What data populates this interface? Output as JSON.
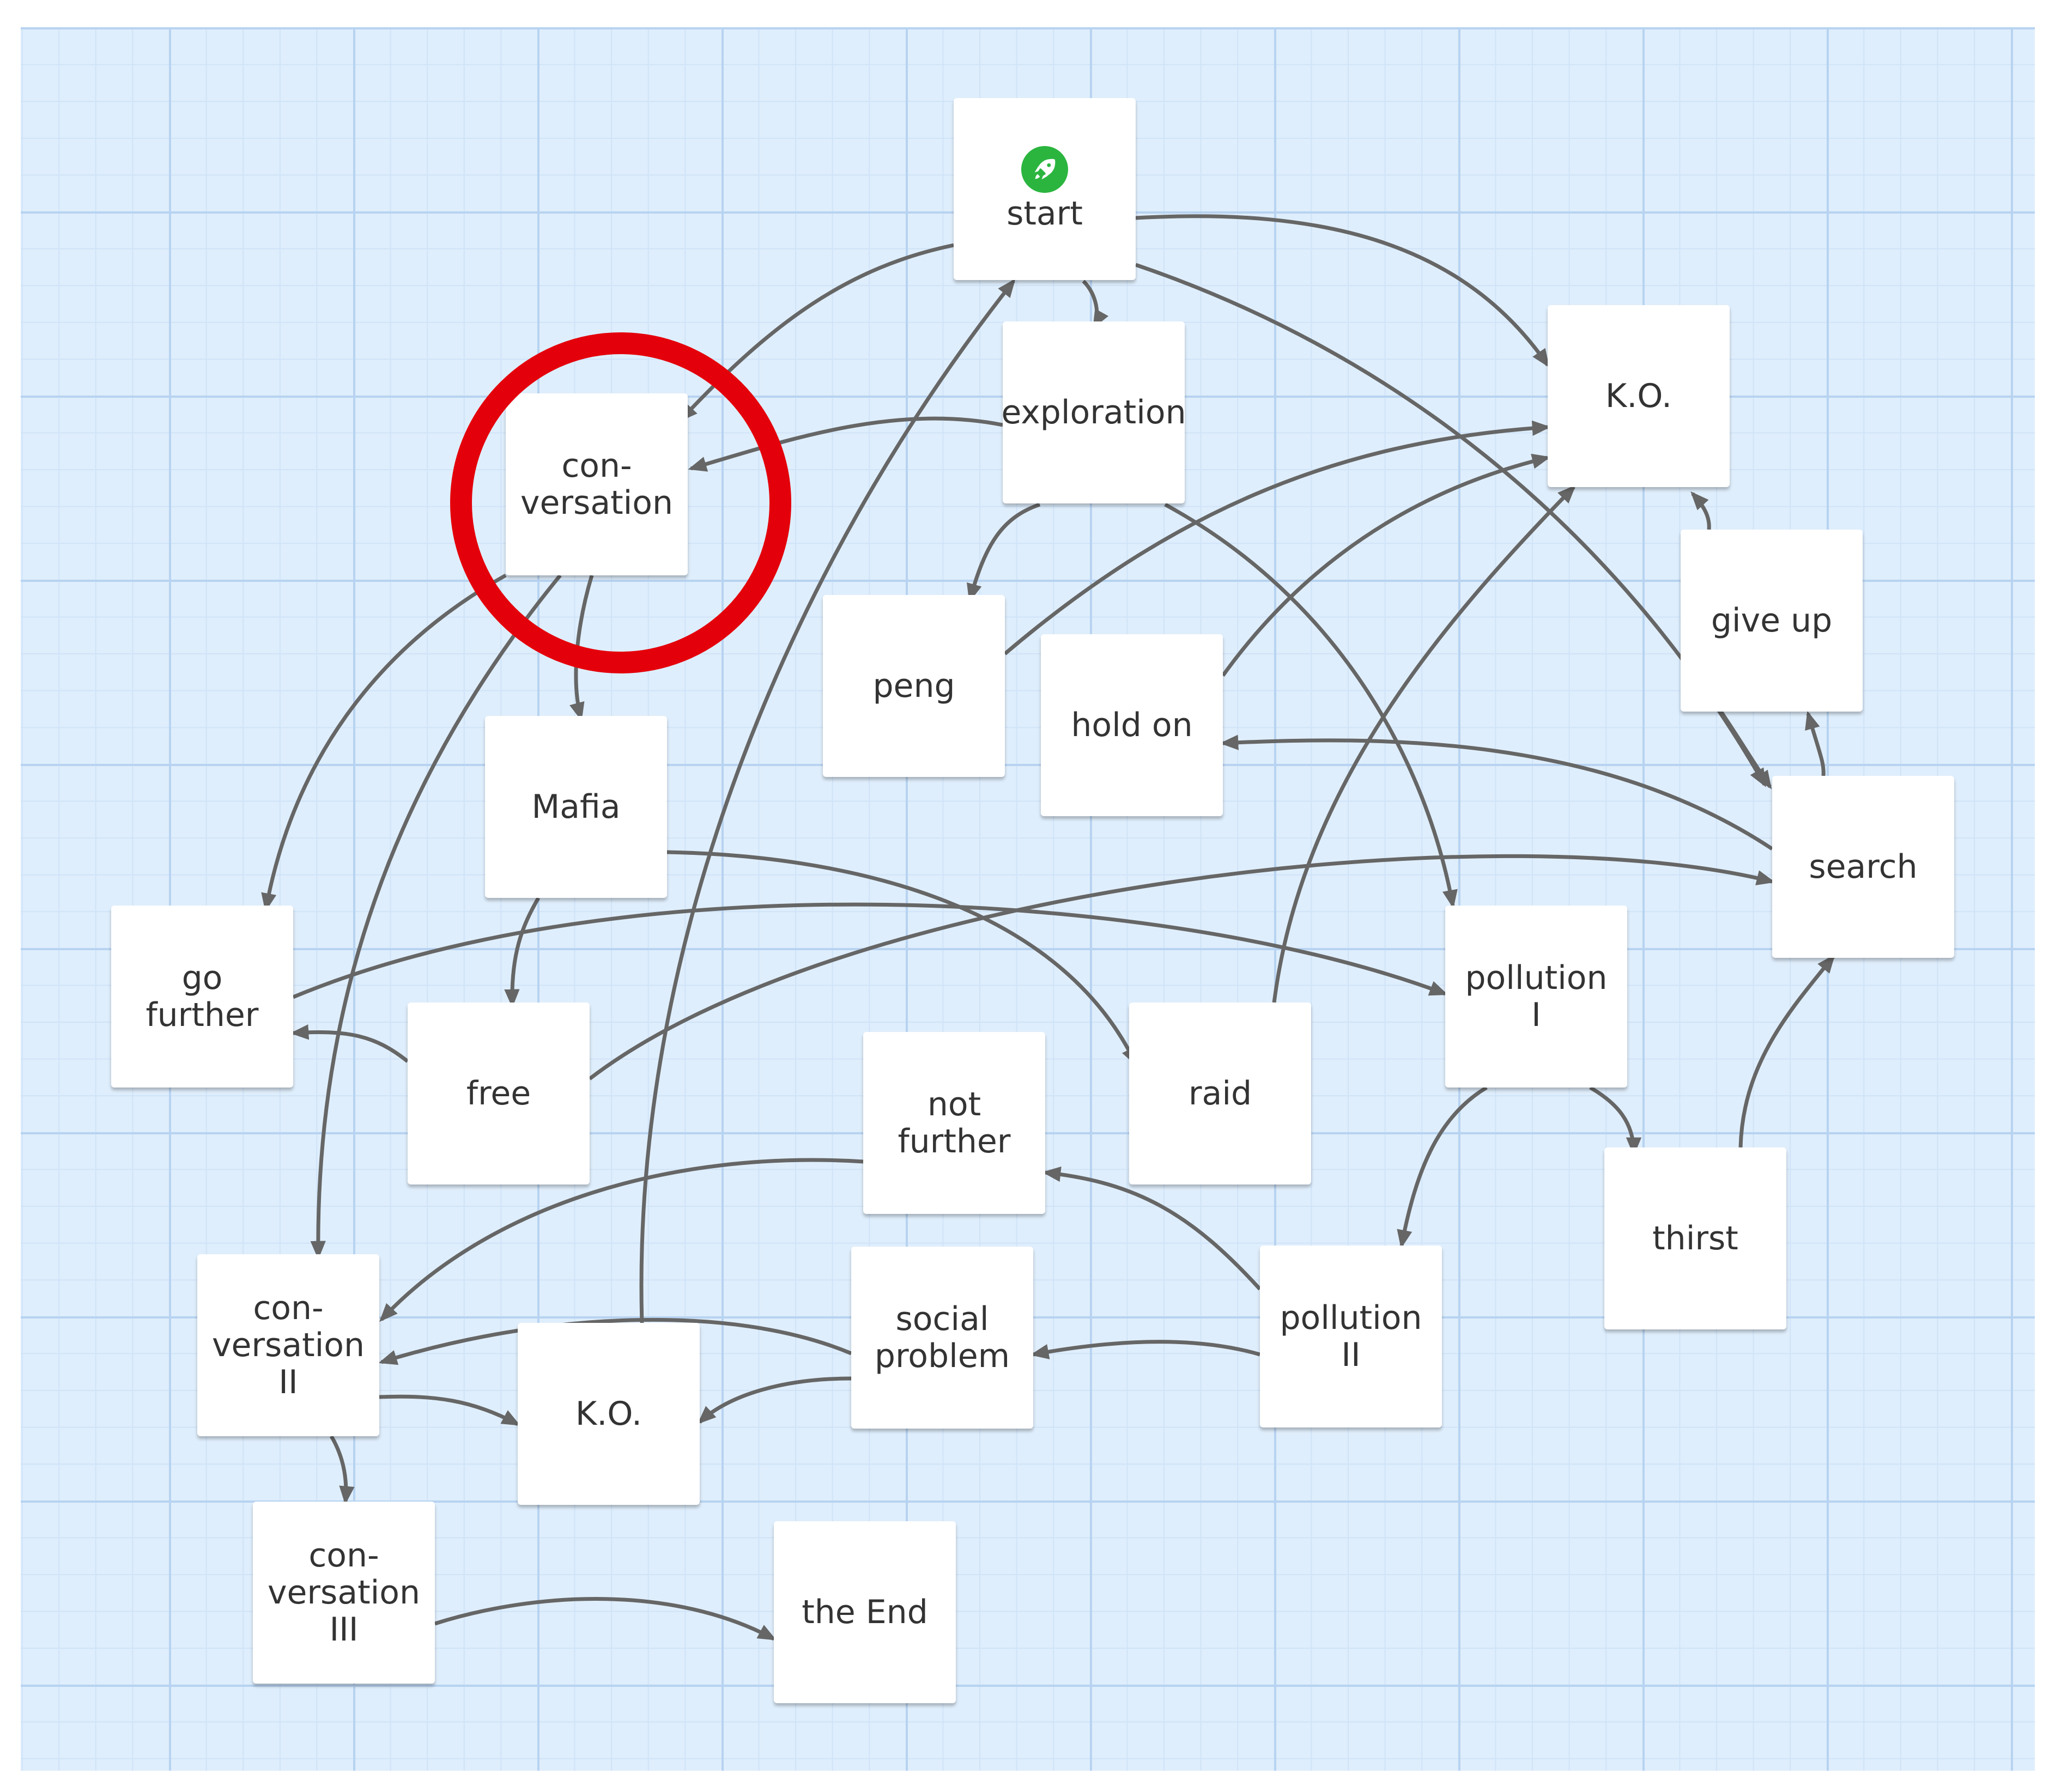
{
  "passages": [
    {
      "id": "start",
      "label": "start",
      "icon": "rocket-icon"
    },
    {
      "id": "exploration",
      "label": "exploration"
    },
    {
      "id": "conversation",
      "label": "con-\nversation"
    },
    {
      "id": "ko-top",
      "label": "K.O."
    },
    {
      "id": "give-up",
      "label": "give up"
    },
    {
      "id": "peng",
      "label": "peng"
    },
    {
      "id": "hold-on",
      "label": "hold on"
    },
    {
      "id": "mafia",
      "label": "Mafia"
    },
    {
      "id": "search",
      "label": "search"
    },
    {
      "id": "go-further",
      "label": "go\nfurther"
    },
    {
      "id": "pollution-1",
      "label": "pollution\nI"
    },
    {
      "id": "free",
      "label": "free"
    },
    {
      "id": "raid",
      "label": "raid"
    },
    {
      "id": "not-further",
      "label": "not\nfurther"
    },
    {
      "id": "thirst",
      "label": "thirst"
    },
    {
      "id": "conversation-2",
      "label": "con-\nversation\nII"
    },
    {
      "id": "social-problem",
      "label": "social\nproblem"
    },
    {
      "id": "pollution-2",
      "label": "pollution\nII"
    },
    {
      "id": "ko-bottom",
      "label": "K.O."
    },
    {
      "id": "conversation-3",
      "label": "con-\nversation\nIII"
    },
    {
      "id": "the-end",
      "label": "the End"
    }
  ],
  "links": [
    {
      "from": "start",
      "to": "conversation"
    },
    {
      "from": "start",
      "to": "exploration"
    },
    {
      "from": "start",
      "to": "ko-top"
    },
    {
      "from": "start",
      "to": "search"
    },
    {
      "from": "exploration",
      "to": "conversation"
    },
    {
      "from": "exploration",
      "to": "peng"
    },
    {
      "from": "exploration",
      "to": "pollution-1"
    },
    {
      "from": "conversation",
      "to": "go-further"
    },
    {
      "from": "conversation",
      "to": "mafia"
    },
    {
      "from": "conversation",
      "to": "conversation-2"
    },
    {
      "from": "peng",
      "to": "ko-top"
    },
    {
      "from": "hold-on",
      "to": "ko-top"
    },
    {
      "from": "raid",
      "to": "ko-top"
    },
    {
      "from": "give-up",
      "to": "ko-top"
    },
    {
      "from": "search",
      "to": "give-up"
    },
    {
      "from": "give-up",
      "to": "search"
    },
    {
      "from": "search",
      "to": "hold-on"
    },
    {
      "from": "mafia",
      "to": "free"
    },
    {
      "from": "mafia",
      "to": "raid"
    },
    {
      "from": "go-further",
      "to": "pollution-1"
    },
    {
      "from": "free",
      "to": "go-further"
    },
    {
      "from": "free",
      "to": "search"
    },
    {
      "from": "pollution-1",
      "to": "thirst"
    },
    {
      "from": "pollution-1",
      "to": "pollution-2"
    },
    {
      "from": "thirst",
      "to": "search"
    },
    {
      "from": "not-further",
      "to": "conversation-2"
    },
    {
      "from": "pollution-2",
      "to": "not-further"
    },
    {
      "from": "pollution-2",
      "to": "social-problem"
    },
    {
      "from": "social-problem",
      "to": "conversation-2"
    },
    {
      "from": "social-problem",
      "to": "ko-bottom"
    },
    {
      "from": "conversation-2",
      "to": "ko-bottom"
    },
    {
      "from": "conversation-2",
      "to": "conversation-3"
    },
    {
      "from": "ko-bottom",
      "to": "start"
    },
    {
      "from": "conversation-3",
      "to": "the-end"
    }
  ],
  "highlight": {
    "target": "conversation",
    "color": "#e4000b"
  },
  "colors": {
    "edge": "#666666",
    "start_icon": "#2bb53f",
    "canvas": "#dfeefc"
  }
}
